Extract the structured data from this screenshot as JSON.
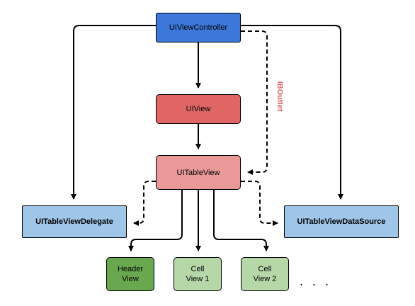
{
  "nodes": {
    "view_controller": "UIViewController",
    "view": "UIView",
    "table_view": "UITableView",
    "delegate": "UITableViewDelegate",
    "data_source": "UITableViewDataSource",
    "header_view": "Header\nView",
    "cell_view_1": "Cell\nView 1",
    "cell_view_2": "Cell\nView 2"
  },
  "labels": {
    "ib_outlet": "IBOutlet",
    "ellipsis": ". . ."
  },
  "colors": {
    "view_controller": "#3d77d9",
    "view": "#e06666",
    "table_view": "#ea9999",
    "protocols": "#9fc5e8",
    "header_view": "#6aa84f",
    "cell_views": "#b6d7a8",
    "outlet_label": "#e06666"
  }
}
